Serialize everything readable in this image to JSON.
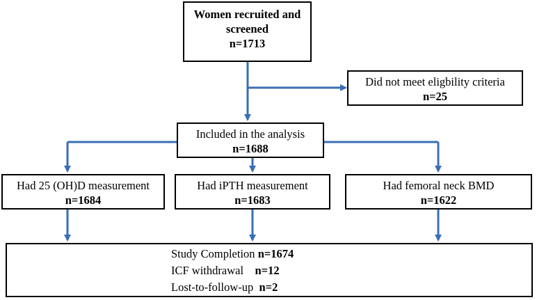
{
  "diagram": {
    "line_color": "#3a6eb5",
    "boxes": {
      "recruited": {
        "line1": "Women recruited and",
        "line2": "screened",
        "count": "n=1713"
      },
      "excluded": {
        "label": "Did not meet eligbility criteria",
        "count": "n=25"
      },
      "included": {
        "label": "Included in the analysis",
        "count": "n=1688"
      },
      "ohd": {
        "label": "Had 25 (OH)D measurement",
        "count": "n=1684"
      },
      "ipth": {
        "label": "Had iPTH measurement",
        "count": "n=1683"
      },
      "bmd": {
        "label": "Had femoral neck BMD",
        "count": "n=1622"
      },
      "completion": {
        "line1_label": "Study Completion",
        "line1_count": "n=1674",
        "line2_label": "ICF withdrawal",
        "line2_count": "n=12",
        "line3_label": "Lost-to-follow-up",
        "line3_count": "n=2"
      }
    }
  }
}
